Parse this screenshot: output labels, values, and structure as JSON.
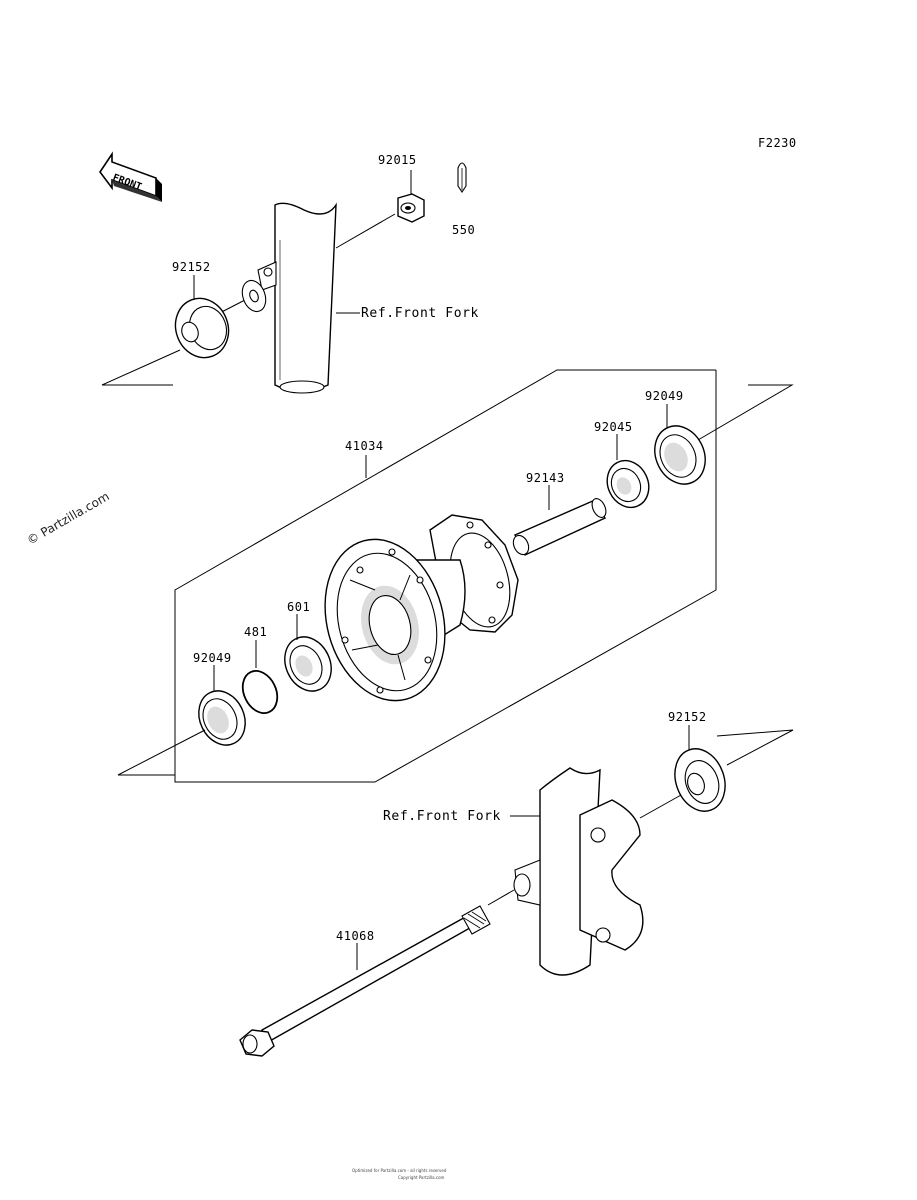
{
  "diagram_code": "F2230",
  "front_arrow": {
    "label": "FRONT",
    "icon": "front-direction-arrow-icon"
  },
  "watermark": "© Partzilla.com",
  "references": {
    "front_fork_upper": "Ref.Front Fork",
    "front_fork_lower": "Ref.Front Fork"
  },
  "parts": [
    {
      "id": "92015",
      "part": "nut"
    },
    {
      "id": "550",
      "part": "cotter-pin"
    },
    {
      "id": "92152",
      "part": "collar-upper"
    },
    {
      "id": "41034",
      "part": "hub"
    },
    {
      "id": "92049",
      "part": "oil-seal-right"
    },
    {
      "id": "92045",
      "part": "ball-bearing-right"
    },
    {
      "id": "92143",
      "part": "spacer"
    },
    {
      "id": "601",
      "part": "ball-bearing-left"
    },
    {
      "id": "481",
      "part": "circlip"
    },
    {
      "id": "92049",
      "part": "oil-seal-left"
    },
    {
      "id": "92152",
      "part": "collar-lower"
    },
    {
      "id": "41068",
      "part": "axle"
    }
  ],
  "footer_lines": [
    "Optimized for Partzilla.com - all rights reserved",
    "Copyright Partzilla.com"
  ]
}
